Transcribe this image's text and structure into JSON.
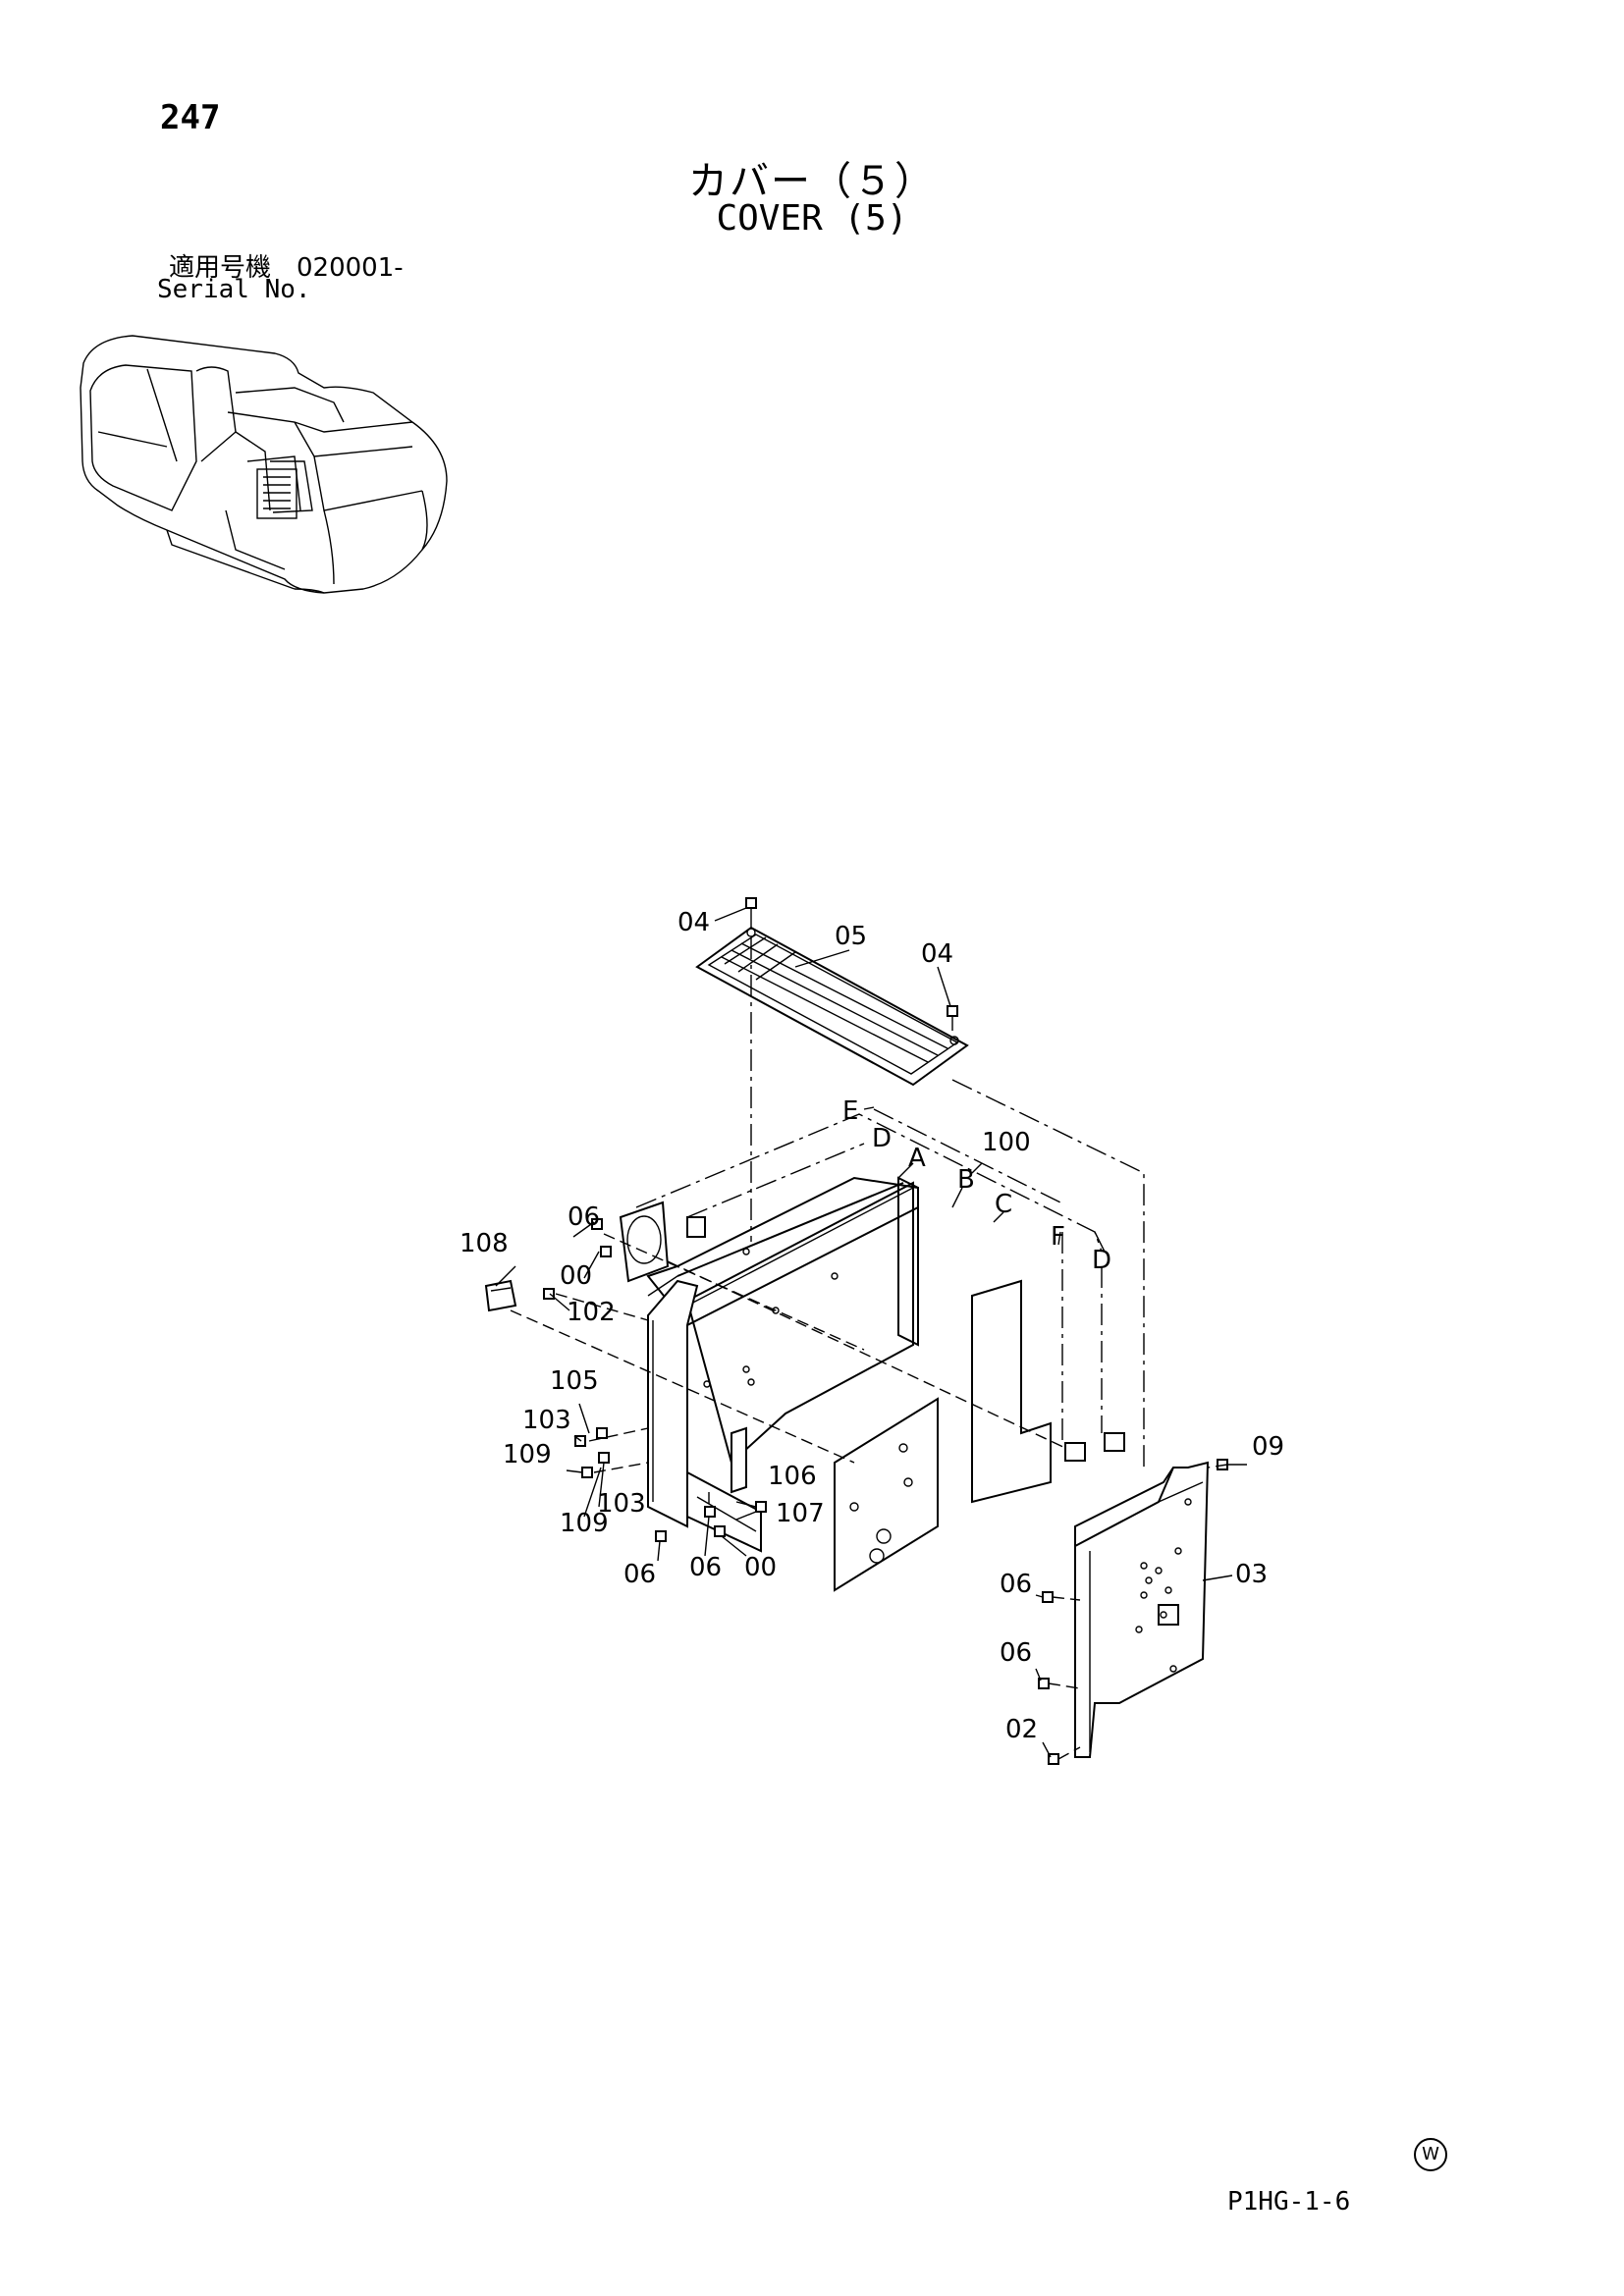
{
  "header": {
    "page_number": "247",
    "title_jp": "カバー（５）",
    "title_en": "COVER (5)",
    "serial_jp": "適用号機　020001-",
    "serial_en": "Serial No."
  },
  "footer": {
    "mark": "W",
    "code": "P1HG-1-6"
  },
  "callouts": {
    "c_04a": "04",
    "c_05": "05",
    "c_04b": "04",
    "c_E": "E",
    "c_D1": "D",
    "c_A": "A",
    "c_100": "100",
    "c_B": "B",
    "c_C": "C",
    "c_F": "F",
    "c_D2": "D",
    "c_06a": "06",
    "c_108": "108",
    "c_00a": "00",
    "c_102": "102",
    "c_105": "105",
    "c_103a": "103",
    "c_109a": "109",
    "c_106": "106",
    "c_103b": "103",
    "c_107": "107",
    "c_109b": "109",
    "c_06b": "06",
    "c_06c": "06",
    "c_00b": "00",
    "c_09": "09",
    "c_03": "03",
    "c_06d": "06",
    "c_06e": "06",
    "c_02": "02"
  }
}
